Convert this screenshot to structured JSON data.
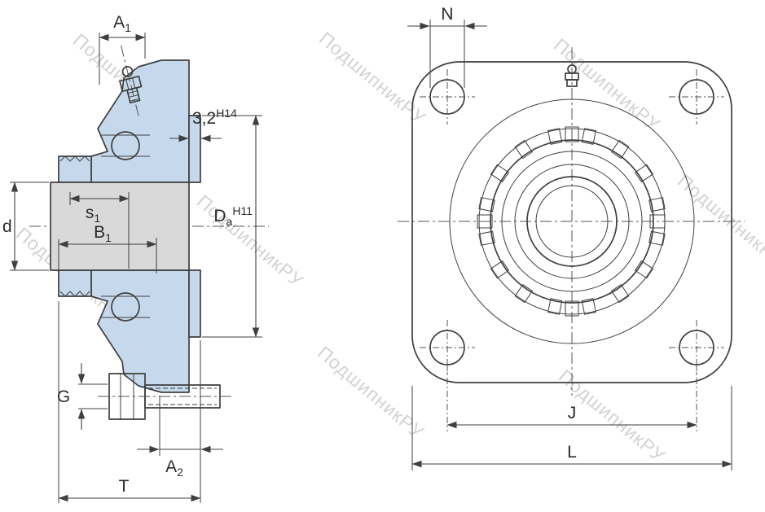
{
  "watermark": "ПодшипникРУ",
  "colors": {
    "line": "#3f3f3f",
    "body_fill": "#c6d9ec",
    "shaft_fill": "#d9d9d9",
    "bore_fill": "#d9d9d9",
    "watermark": "#c9c9c9",
    "background": "#ffffff"
  },
  "section_view": {
    "name": "side cross-section view",
    "labels": {
      "a1": {
        "base": "A",
        "sub": "1"
      },
      "step": {
        "base": "3,2",
        "sup": "H14"
      },
      "s1": {
        "base": "s",
        "sub": "1"
      },
      "b1": {
        "base": "B",
        "sub": "1"
      },
      "d": "d",
      "da": {
        "base": "D",
        "sub": "a",
        "sup": "H11"
      },
      "g": "G",
      "a2": {
        "base": "A",
        "sub": "2"
      },
      "t": "T"
    }
  },
  "front_view": {
    "name": "front view",
    "labels": {
      "n": "N",
      "j": "J",
      "l": "L"
    }
  }
}
